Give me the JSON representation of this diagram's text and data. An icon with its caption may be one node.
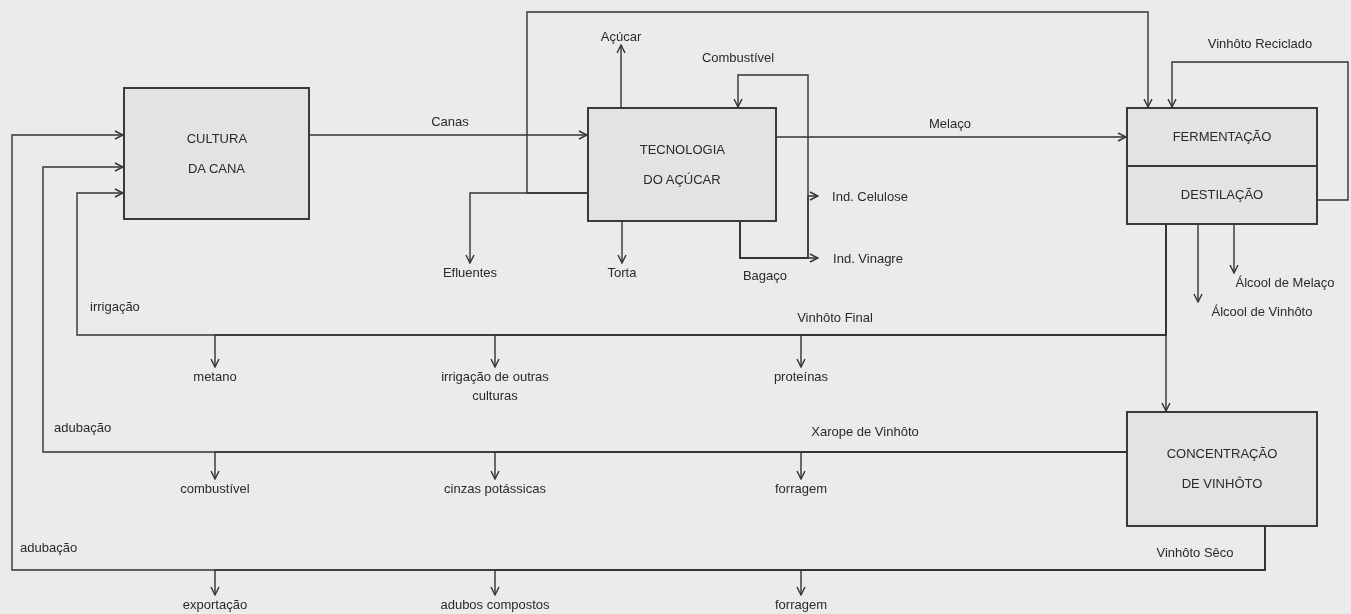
{
  "diagram": {
    "nodes": [
      {
        "text": [
          "CULTURA DA CANA"
        ]
      },
      {
        "text": [
          "TECNOLOGIA DO AÇÚCAR"
        ]
      },
      {
        "text": [
          "FERMENTAÇÃO",
          "DESTILAÇÃO"
        ]
      },
      {
        "text": [
          "CONCENTRAÇÃO DE VINHÔTO"
        ]
      },
      {
        "text": [
          "Açúcar"
        ]
      },
      {
        "text": [
          "Efluentes"
        ]
      },
      {
        "text": [
          "Torta"
        ]
      },
      {
        "text": [
          "Ind. Celulose"
        ]
      },
      {
        "text": [
          "Ind. Vinagre"
        ]
      },
      {
        "text": [
          "Álcool de Melaço"
        ]
      },
      {
        "text": [
          "Álcool de Vinhôto"
        ]
      },
      {
        "text": [
          "metano"
        ]
      },
      {
        "text": [
          "irrigação de outras culturas"
        ]
      },
      {
        "text": [
          "proteínas"
        ]
      },
      {
        "text": [
          "combustível"
        ]
      },
      {
        "text": [
          "cinzas potássicas"
        ]
      },
      {
        "text": [
          "forragem"
        ]
      },
      {
        "text": [
          "exportação"
        ]
      },
      {
        "text": [
          "adubos compostos"
        ]
      },
      {
        "text": [
          "forragem"
        ]
      }
    ],
    "edges": [
      {
        "from": 0,
        "to": 1,
        "arrow": "to",
        "label": "Canas"
      },
      {
        "from": 1,
        "to": 2,
        "arrow": "to",
        "label": "Melaço"
      },
      {
        "from": 1,
        "to": 4,
        "arrow": "to"
      },
      {
        "from": 1,
        "to": 1,
        "arrow": "to",
        "label": "Combustível"
      },
      {
        "from": 1,
        "to": 7,
        "arrow": "to"
      },
      {
        "from": 1,
        "to": 8,
        "arrow": "to",
        "label": "Bagaço"
      },
      {
        "from": 1,
        "to": 5,
        "arrow": "to"
      },
      {
        "from": 1,
        "to": 2,
        "arrow": "to"
      },
      {
        "from": 1,
        "to": 6,
        "arrow": "to"
      },
      {
        "from": 2,
        "to": 2,
        "arrow": "to",
        "label": "Vinhôto Reciclado"
      },
      {
        "from": 2,
        "to": 9,
        "arrow": "to"
      },
      {
        "from": 2,
        "to": 10,
        "arrow": "to"
      },
      {
        "from": 2,
        "to": 3,
        "arrow": "to"
      },
      {
        "from": 2,
        "to": 0,
        "arrow": "to",
        "label": "Vinhôto Final"
      },
      {
        "from": 2,
        "to": 11,
        "arrow": "to"
      },
      {
        "from": 2,
        "to": 12,
        "arrow": "to"
      },
      {
        "from": 2,
        "to": 13,
        "arrow": "to"
      },
      {
        "from": 3,
        "to": 0,
        "arrow": "to",
        "label": "Xarope de Vinhôto"
      },
      {
        "from": 3,
        "to": 14,
        "arrow": "to"
      },
      {
        "from": 3,
        "to": 15,
        "arrow": "to"
      },
      {
        "from": 3,
        "to": 16,
        "arrow": "to"
      },
      {
        "from": 3,
        "to": 0,
        "arrow": "to",
        "label": "Vinhôto Sêco"
      },
      {
        "from": 3,
        "to": 17,
        "arrow": "to"
      },
      {
        "from": 3,
        "to": 18,
        "arrow": "to"
      },
      {
        "from": 3,
        "to": 19,
        "arrow": "to"
      }
    ],
    "labels": [
      "irrigação",
      "adubação",
      "adubação"
    ]
  }
}
